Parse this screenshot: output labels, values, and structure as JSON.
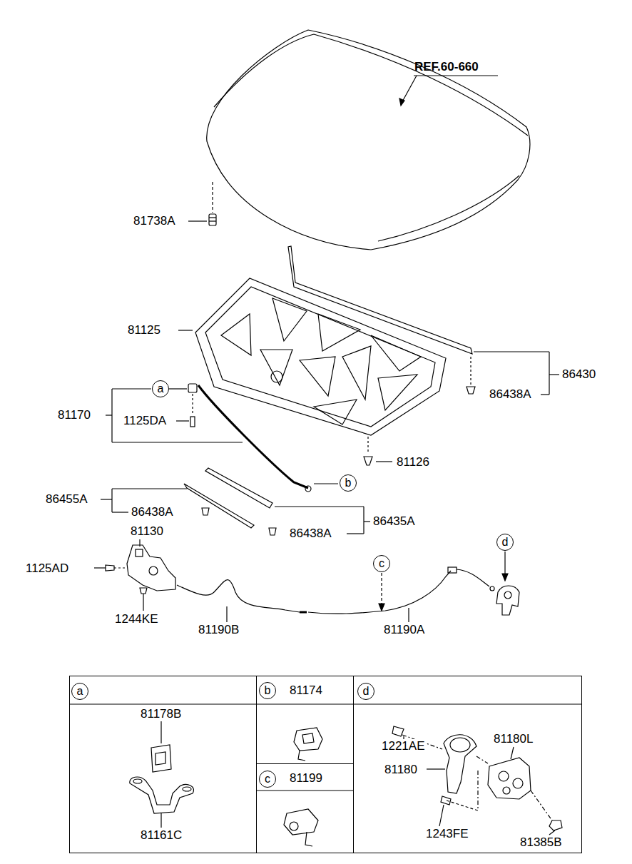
{
  "diagram": {
    "nodes": [
      {
        "text": [
          "a"
        ]
      },
      {
        "text": [
          "b"
        ]
      },
      {
        "text": [
          "c"
        ]
      },
      {
        "text": [
          "d"
        ]
      },
      {
        "text": [
          "81178B",
          "81161C"
        ]
      },
      {
        "text": [
          "a"
        ],
        "in": 4
      },
      {
        "text": [
          "81174"
        ]
      },
      {
        "text": [
          "b"
        ],
        "in": 6
      },
      {
        "text": [
          "81199"
        ]
      },
      {
        "text": [
          "c"
        ],
        "in": 8
      },
      {
        "text": [
          "1221AE",
          "81180",
          "81180L",
          "1243FE",
          "81385B"
        ]
      },
      {
        "text": [
          "d"
        ],
        "in": 10
      }
    ],
    "labels": [
      "REF.60-660",
      "81738A",
      "81125",
      "86430",
      "86438A",
      "81170",
      "1125DA",
      "81126",
      "86455A",
      "86438A",
      "86438A",
      "86435A",
      "81130",
      "1125AD",
      "1244KE",
      "81190B",
      "81190A"
    ]
  }
}
